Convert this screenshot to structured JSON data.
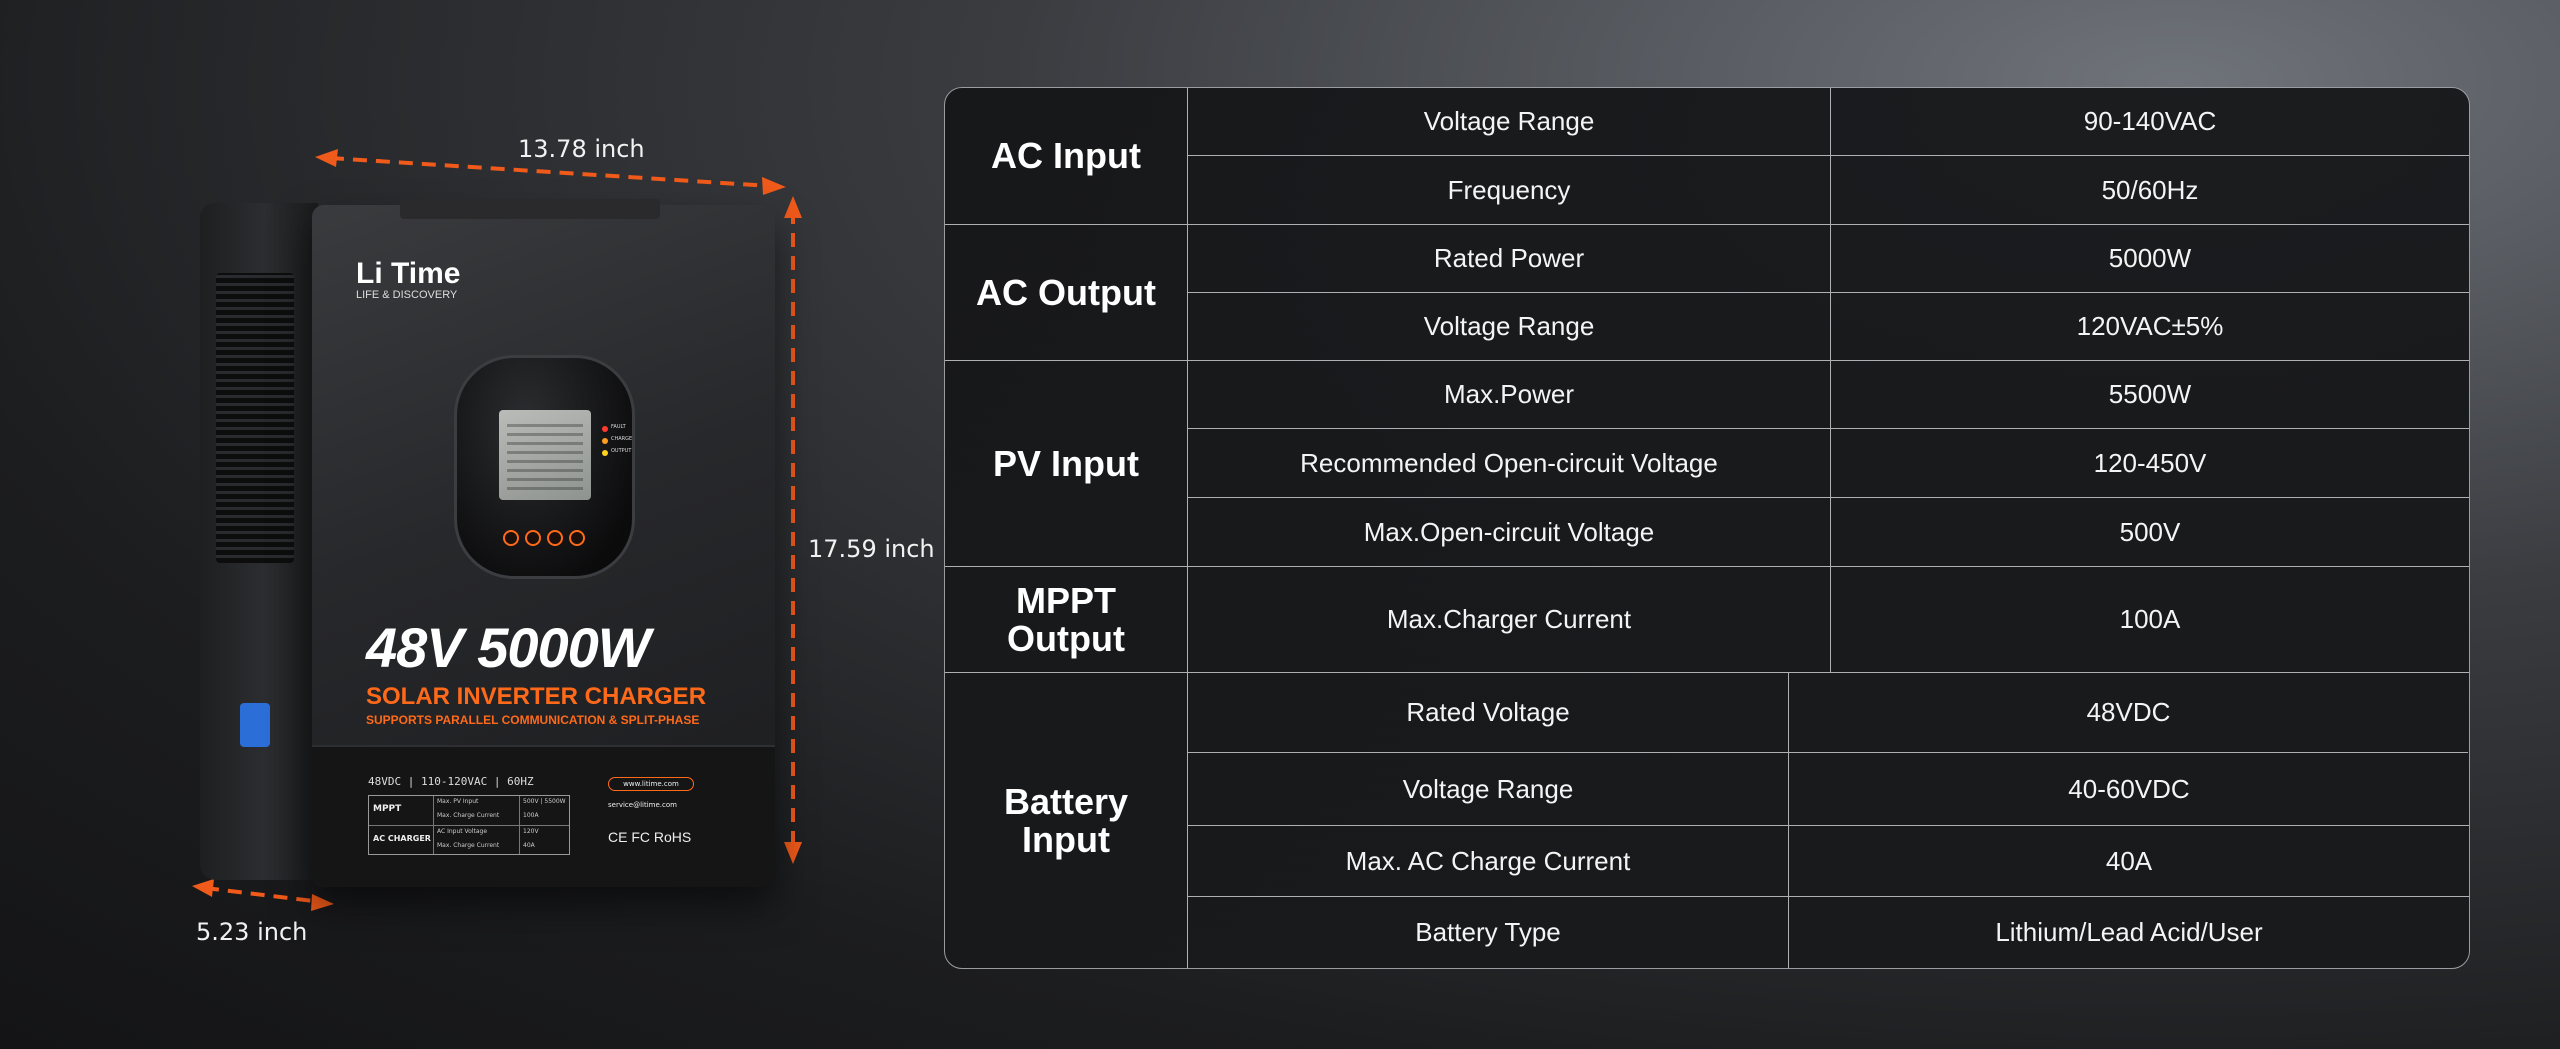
{
  "dimensions": {
    "width_label": "13.78 inch",
    "height_label": "17.59 inch",
    "depth_label": "5.23 inch",
    "accent_color": "#f05a1a"
  },
  "product": {
    "brand": "Li Time",
    "brand_tagline": "LIFE & DISCOVERY",
    "model": "48V 5000W",
    "subtitle": "SOLAR INVERTER CHARGER",
    "subtitle2": "SUPPORTS PARALLEL COMMUNICATION & SPLIT-PHASE",
    "spec_line": "48VDC | 110-120VAC | 60HZ",
    "mini_table": [
      "MPPT",
      "AC CHARGER",
      "Max. PV Input",
      "500V | 5500W",
      "Max. Charge Current",
      "100A",
      "AC Input Voltage",
      "120V",
      "Max. Charge Current",
      "40A"
    ],
    "website": "www.litime.com",
    "email": "service@litime.com",
    "certifications": "CE FC RoHS",
    "indicator_labels": [
      "FAULT",
      "CHARGE",
      "OUTPUT"
    ]
  },
  "spec_groups": [
    {
      "group": "AC Input",
      "rows": [
        {
          "param": "Voltage Range",
          "value": "90-140VAC"
        },
        {
          "param": "Frequency",
          "value": "50/60Hz"
        }
      ]
    },
    {
      "group": "AC Output",
      "rows": [
        {
          "param": "Rated Power",
          "value": "5000W"
        },
        {
          "param": "Voltage Range",
          "value": "120VAC±5%"
        }
      ]
    },
    {
      "group": "PV Input",
      "rows": [
        {
          "param": "Max.Power",
          "value": "5500W"
        },
        {
          "param": "Recommended Open-circuit Voltage",
          "value": "120-450V"
        },
        {
          "param": "Max.Open-circuit Voltage",
          "value": "500V"
        }
      ]
    },
    {
      "group": "MPPT Output",
      "rows": [
        {
          "param": "Max.Charger Current",
          "value": "100A"
        }
      ]
    },
    {
      "group": "Battery Input",
      "rows": [
        {
          "param": "Rated Voltage",
          "value": "48VDC"
        },
        {
          "param": "Voltage Range",
          "value": "40-60VDC"
        },
        {
          "param": "Max. AC Charge Current",
          "value": "40A"
        },
        {
          "param": "Battery Type",
          "value": "Lithium/Lead Acid/User"
        }
      ]
    }
  ]
}
